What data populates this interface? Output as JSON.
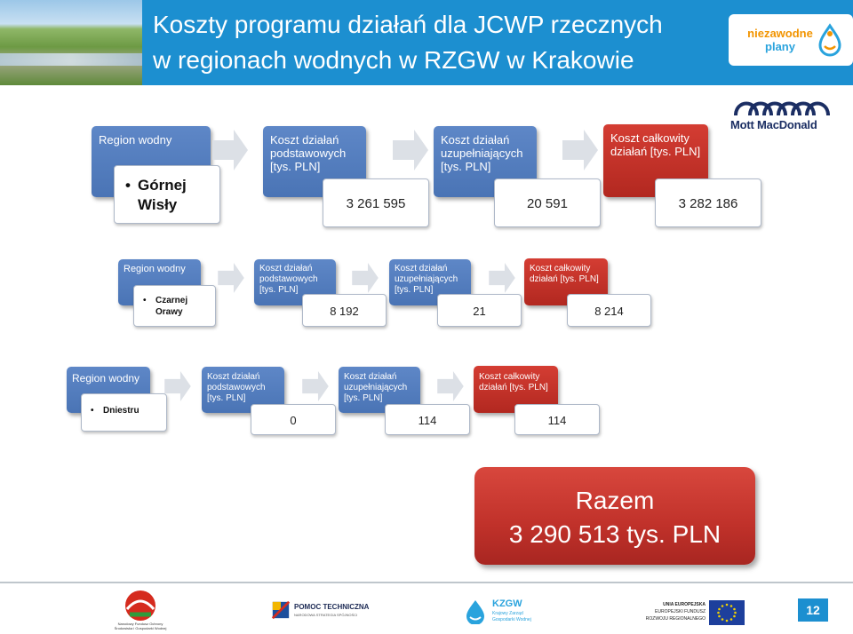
{
  "slide": {
    "title_line1": "Koszty programu działań dla JCWP rzecznych",
    "title_line2": "w regionach wodnych w RZGW w Krakowie",
    "logo_line1": "niezawodne",
    "logo_line2": "plany",
    "partner_logo": "Mott MacDonald",
    "page_number": "12"
  },
  "rows": [
    {
      "region_label": "Region wodny",
      "region_name_line1": "Górnej",
      "region_name_line2": "Wisły",
      "basic_label_line1": "Koszt działań",
      "basic_label_line2": "podstawowych",
      "basic_label_line3": "[tys. PLN]",
      "supp_label_line1": "Koszt działań",
      "supp_label_line2": "uzupełniających",
      "supp_label_line3": "[tys. PLN]",
      "total_label_line1": "Koszt całkowity",
      "total_label_line2": "działań [tys. PLN]",
      "basic_value": "3 261 595",
      "supp_value": "20 591",
      "total_value": "3 282 186"
    },
    {
      "region_label": "Region wodny",
      "region_name_line1": "Czarnej",
      "region_name_line2": "Orawy",
      "basic_label_line1": "Koszt działań",
      "basic_label_line2": "podstawowych",
      "basic_label_line3": "[tys. PLN]",
      "supp_label_line1": "Koszt działań",
      "supp_label_line2": "uzupełniających",
      "supp_label_line3": "[tys. PLN]",
      "total_label_line1": "Koszt całkowity",
      "total_label_line2": "działań [tys. PLN]",
      "basic_value": "8 192",
      "supp_value": "21",
      "total_value": "8 214"
    },
    {
      "region_label": "Region wodny",
      "region_name_line1": "Dniestru",
      "basic_label_line1": "Koszt działań",
      "basic_label_line2": "podstawowych",
      "basic_label_line3": "[tys. PLN]",
      "supp_label_line1": "Koszt działań",
      "supp_label_line2": "uzupełniających",
      "supp_label_line3": "[tys. PLN]",
      "total_label_line1": "Koszt całkowity",
      "total_label_line2": "działań [tys. PLN]",
      "basic_value": "0",
      "supp_value": "114",
      "total_value": "114"
    }
  ],
  "total": {
    "label": "Razem",
    "value": "3 290 513 tys. PLN"
  },
  "footer": {
    "nfos_caption_line1": "Narodowy Fundusz Ochrony",
    "nfos_caption_line2": "Środowiska i Gospodarki Wodnej",
    "pt_name": "POMOC TECHNICZNA",
    "pt_sub": "NARODOWA STRATEGIA SPÓJNOŚCI",
    "kzgw_short": "KZGW",
    "kzgw_line1": "Krajowy Zarząd",
    "kzgw_line2": "Gospodarki Wodnej",
    "eu_line1": "UNIA EUROPEJSKA",
    "eu_line2": "EUROPEJSKI FUNDUSZ",
    "eu_line3": "ROZWOJU REGIONALNEGO"
  },
  "colors": {
    "header_blue": "#1c8fd0",
    "card_blue": "#4f79bb",
    "card_red": "#c0312a",
    "logo_orange": "#f29400"
  }
}
